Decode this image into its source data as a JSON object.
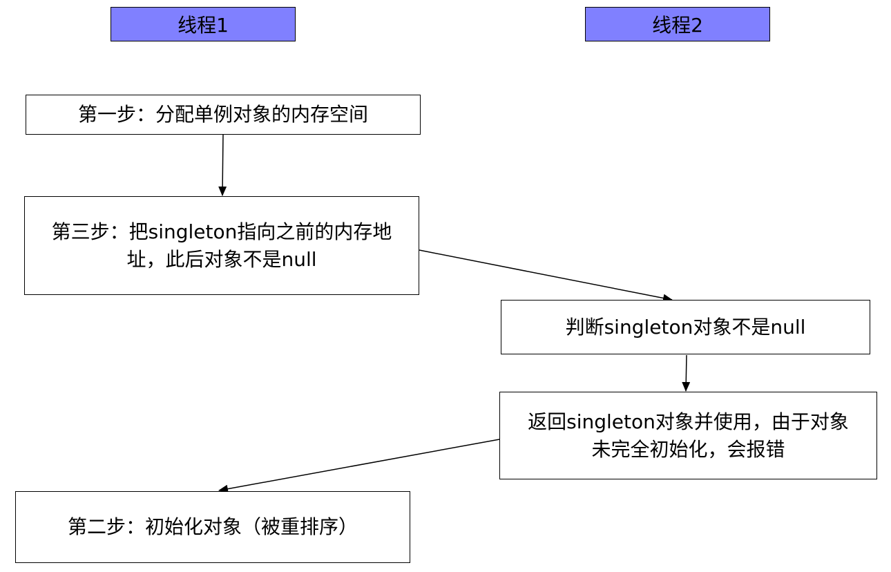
{
  "lanes": {
    "thread1": {
      "label": "线程1"
    },
    "thread2": {
      "label": "线程2"
    }
  },
  "steps": {
    "step1": "第一步：分配单例对象的内存空间",
    "step3_line1": "第三步：把singleton指向之前的内存地",
    "step3_line2": "址，此后对象不是null",
    "check": "判断singleton对象不是null",
    "return_line1": "返回singleton对象并使用，由于对象",
    "return_line2": "未完全初始化，会报错",
    "step2": "第二步：初始化对象（被重排序）"
  },
  "colors": {
    "lane_header_fill": "#8080ff",
    "box_border": "#000000",
    "arrow": "#000000"
  }
}
